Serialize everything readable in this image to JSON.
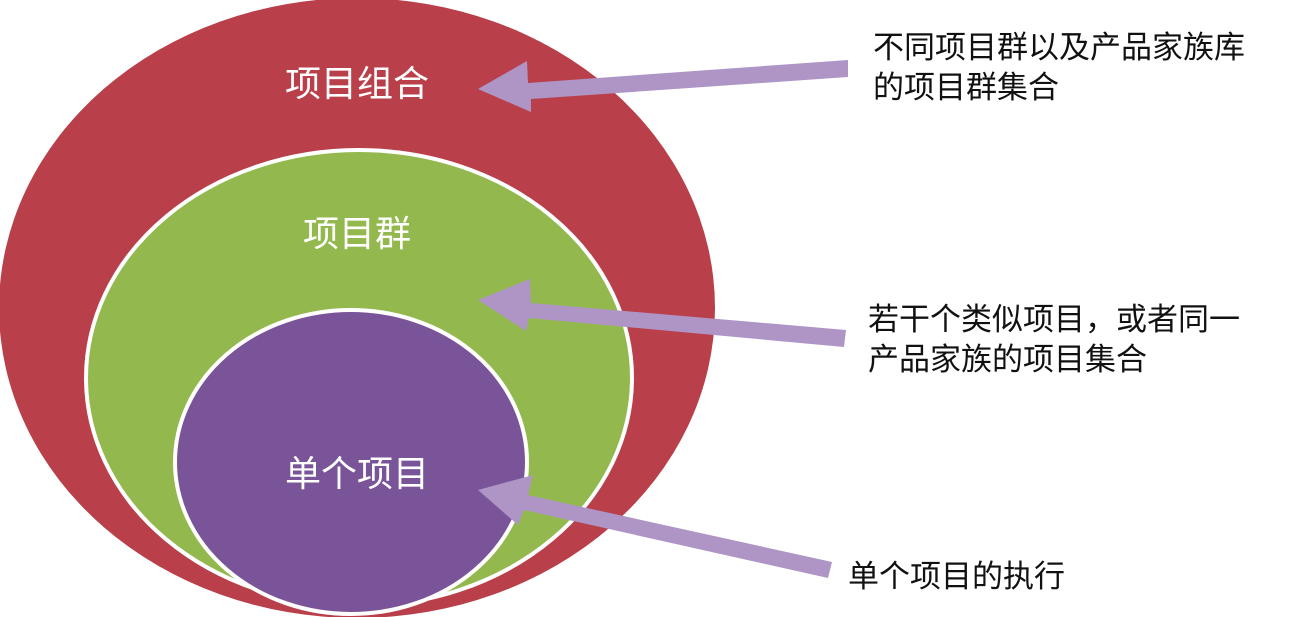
{
  "colors": {
    "outer": "#b9404a",
    "middle": "#93b94e",
    "inner": "#7a5499",
    "arrow": "#ae95c6"
  },
  "levels": [
    {
      "label": "项目组合",
      "description_lines": [
        "不同项目群以及产品家族库",
        "的项目群集合"
      ]
    },
    {
      "label": "项目群",
      "description_lines": [
        "若干个类似项目，或者同一",
        "产品家族的项目集合"
      ]
    },
    {
      "label": "单个项目",
      "description_lines": [
        "单个项目的执行"
      ]
    }
  ]
}
